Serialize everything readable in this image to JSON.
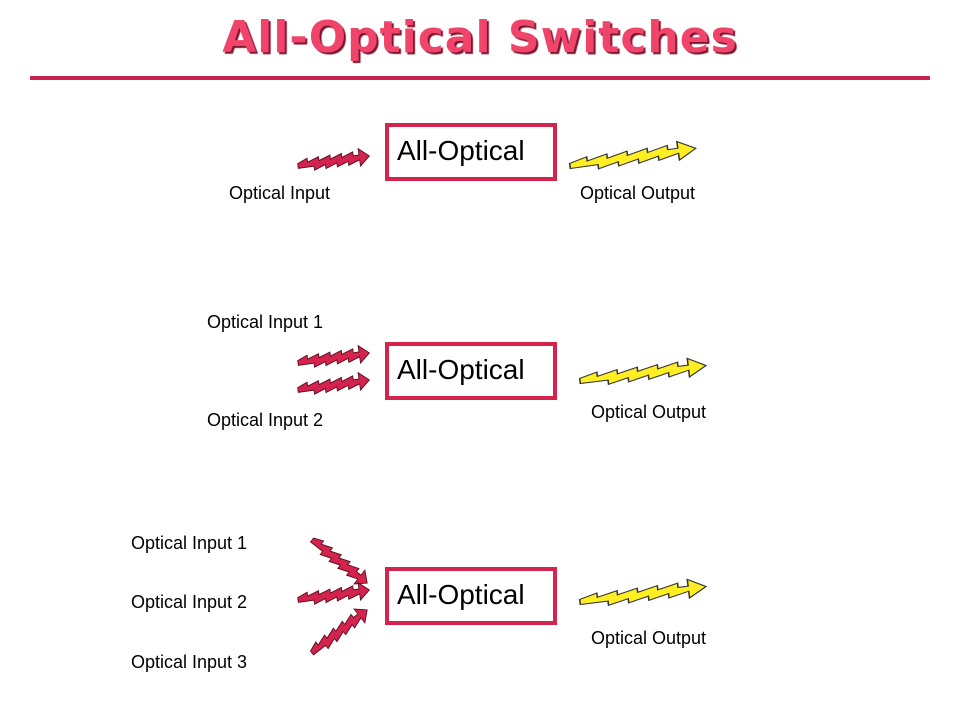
{
  "title": "All-Optical Switches",
  "colors": {
    "title": "#f0446a",
    "rule": "#c8244d",
    "box_border": "#d4244e",
    "input_arrow": "#d4244e",
    "output_arrow": "#ffee22"
  },
  "diagrams": [
    {
      "box_label": "All-Optical",
      "inputs": [
        "Optical Input"
      ],
      "output": "Optical Output"
    },
    {
      "box_label": "All-Optical",
      "inputs": [
        "Optical Input 1",
        "Optical Input 2"
      ],
      "output": "Optical Output"
    },
    {
      "box_label": "All-Optical",
      "inputs": [
        "Optical Input 1",
        "Optical Input 2",
        "Optical Input 3"
      ],
      "output": "Optical Output"
    }
  ]
}
